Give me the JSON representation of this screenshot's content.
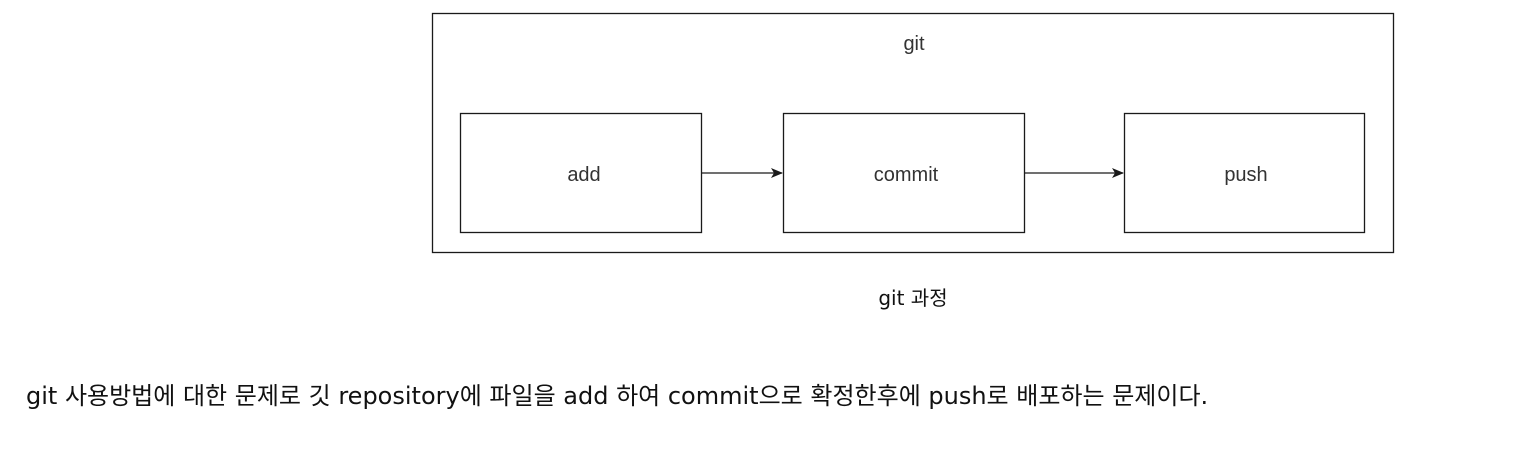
{
  "diagram": {
    "container_label": "git",
    "steps": [
      {
        "label": "add"
      },
      {
        "label": "commit"
      },
      {
        "label": "push"
      }
    ],
    "colors": {
      "stroke": "#1a1a1a",
      "text": "#333333",
      "fill": "#ffffff"
    }
  },
  "caption": "git 과정",
  "description": "git 사용방법에 대한 문제로 깃 repository에 파일을 add 하여 commit으로 확정한후에 push로 배포하는 문제이다."
}
